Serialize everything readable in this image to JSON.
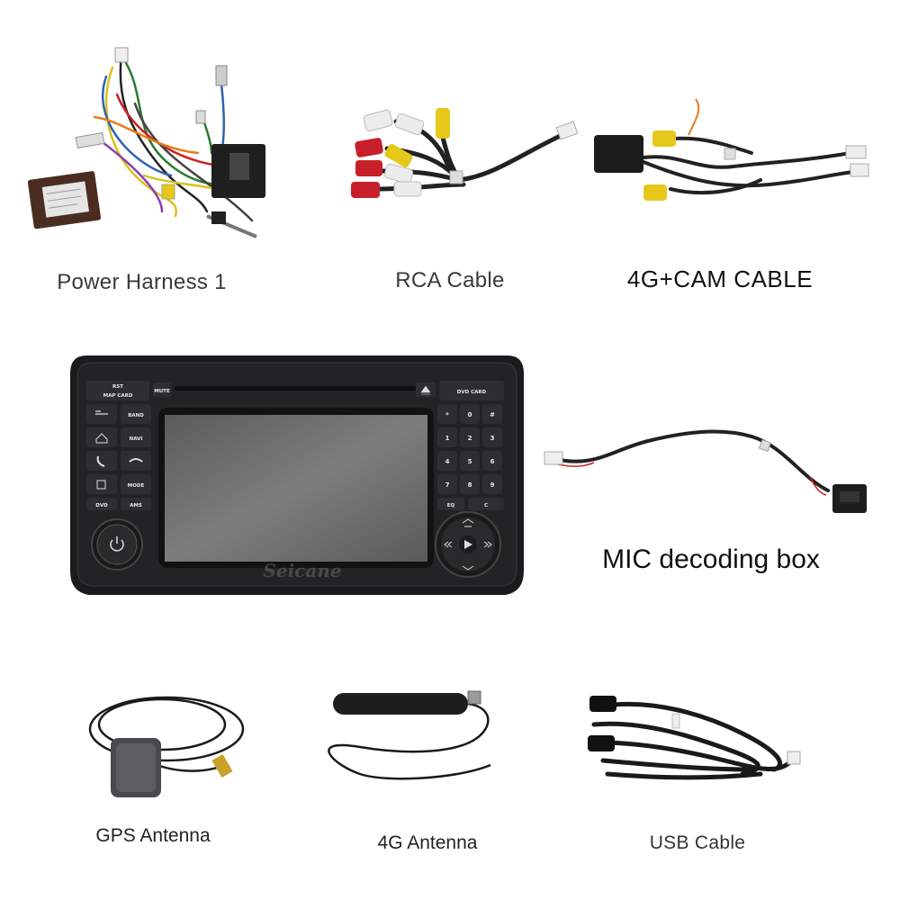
{
  "labels": {
    "power_harness": "Power Harness 1",
    "rca_cable": "RCA Cable",
    "cam_cable": "4G+CAM CABLE",
    "mic_box": "MIC decoding box",
    "gps_antenna": "GPS Antenna",
    "antenna_4g": "4G Antenna",
    "usb_cable": "USB Cable"
  },
  "head_unit": {
    "brand": "Seicane",
    "buttons": {
      "rst": "RST",
      "map_card": "MAP CARD",
      "mute": "MUTE",
      "dvd_card": "DVD CARD",
      "band": "BAND",
      "navi": "NAVI",
      "mode": "MODE",
      "dvd": "DVD",
      "ams": "AMS",
      "eq": "EQ",
      "c": "C"
    },
    "keypad": [
      "*",
      "0",
      "#",
      "1",
      "2",
      "3",
      "4",
      "5",
      "6",
      "7",
      "8",
      "9"
    ]
  },
  "colors": {
    "background": "#ffffff",
    "unit_body": "#1b1b1d",
    "screen": "#6c6c6c",
    "rca_red": "#c8202a",
    "rca_yellow": "#e6c81a",
    "rca_white": "#ececec"
  }
}
